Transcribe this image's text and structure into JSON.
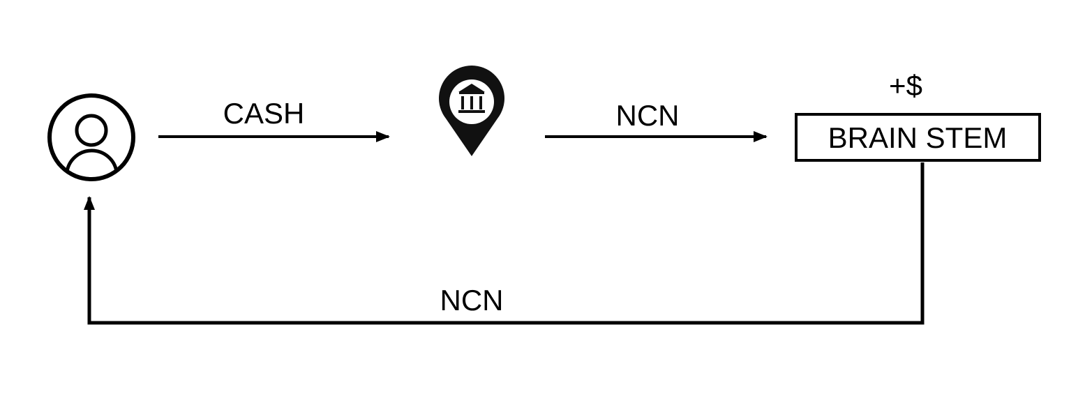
{
  "nodes": {
    "person": {
      "icon": "user-circle-icon"
    },
    "bank": {
      "icon": "bank-location-pin-icon"
    },
    "brain_stem": {
      "label": "BRAIN STEM",
      "annotation": "+$"
    }
  },
  "edges": {
    "person_to_bank": {
      "label": "CASH"
    },
    "bank_to_brain_stem": {
      "label": "NCN"
    },
    "brain_stem_to_person": {
      "label": "NCN"
    }
  },
  "colors": {
    "stroke": "#000000",
    "background": "#ffffff"
  }
}
